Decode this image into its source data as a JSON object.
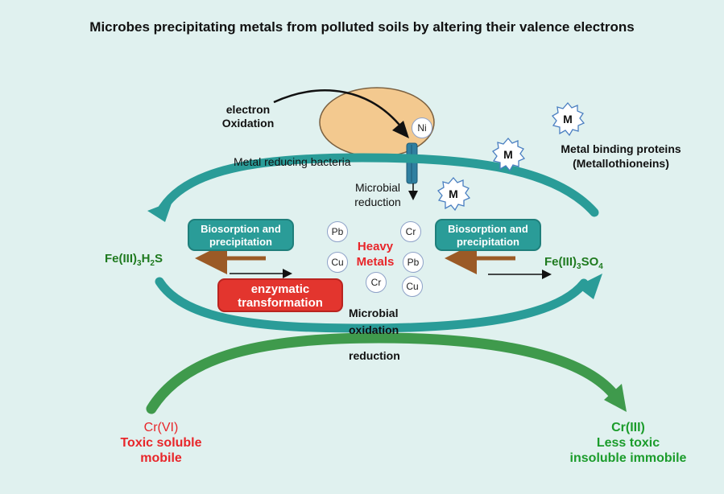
{
  "title": "Microbes precipitating metals from polluted soils by altering their valence electrons",
  "labels": {
    "electron_oxidation": [
      "electron",
      "Oxidation"
    ],
    "metal_reducing_bacteria": "Metal reducing bacteria",
    "microbial_reduction": [
      "Microbial",
      "reduction"
    ],
    "metal_binding_proteins": [
      "Metal binding proteins",
      "(Metallothioneins)"
    ],
    "fe_h2s": {
      "prefix": "Fe(III)",
      "sub1": "3",
      "mid": "H",
      "sub2": "2",
      "suffix": "S"
    },
    "fe_so4": {
      "prefix": "Fe(III)",
      "sub1": "3",
      "mid": "SO",
      "sub2": "4"
    },
    "heavy_metals": [
      "Heavy",
      "Metals"
    ],
    "microbial_oxidation": [
      "Microbial",
      "oxidation"
    ],
    "reduction": "reduction",
    "cr6": [
      "Cr(VI)",
      "Toxic soluble",
      "mobile"
    ],
    "cr3": [
      "Cr(III)",
      "Less toxic",
      "insoluble immobile"
    ]
  },
  "boxes": {
    "biosorption_left": [
      "Biosorption and",
      "precipitation"
    ],
    "biosorption_right": [
      "Biosorption and",
      "precipitation"
    ],
    "enzymatic": [
      "enzymatic",
      "transformation"
    ]
  },
  "metals": {
    "ni": "Ni",
    "pb1": "Pb",
    "cr1": "Cr",
    "cu1": "Cu",
    "pb2": "Pb",
    "cr2": "Cr",
    "cu2": "Cu"
  },
  "m_symbol": "M",
  "colors": {
    "background": "#e0f1ef",
    "teal_cycle": "#2a9c98",
    "green_arc": "#3f9a4c",
    "red_text": "#e8262a",
    "green_text": "#1b9c2b",
    "bacteria_fill": "#f3c98f",
    "brown_arrow": "#9b5a26"
  }
}
